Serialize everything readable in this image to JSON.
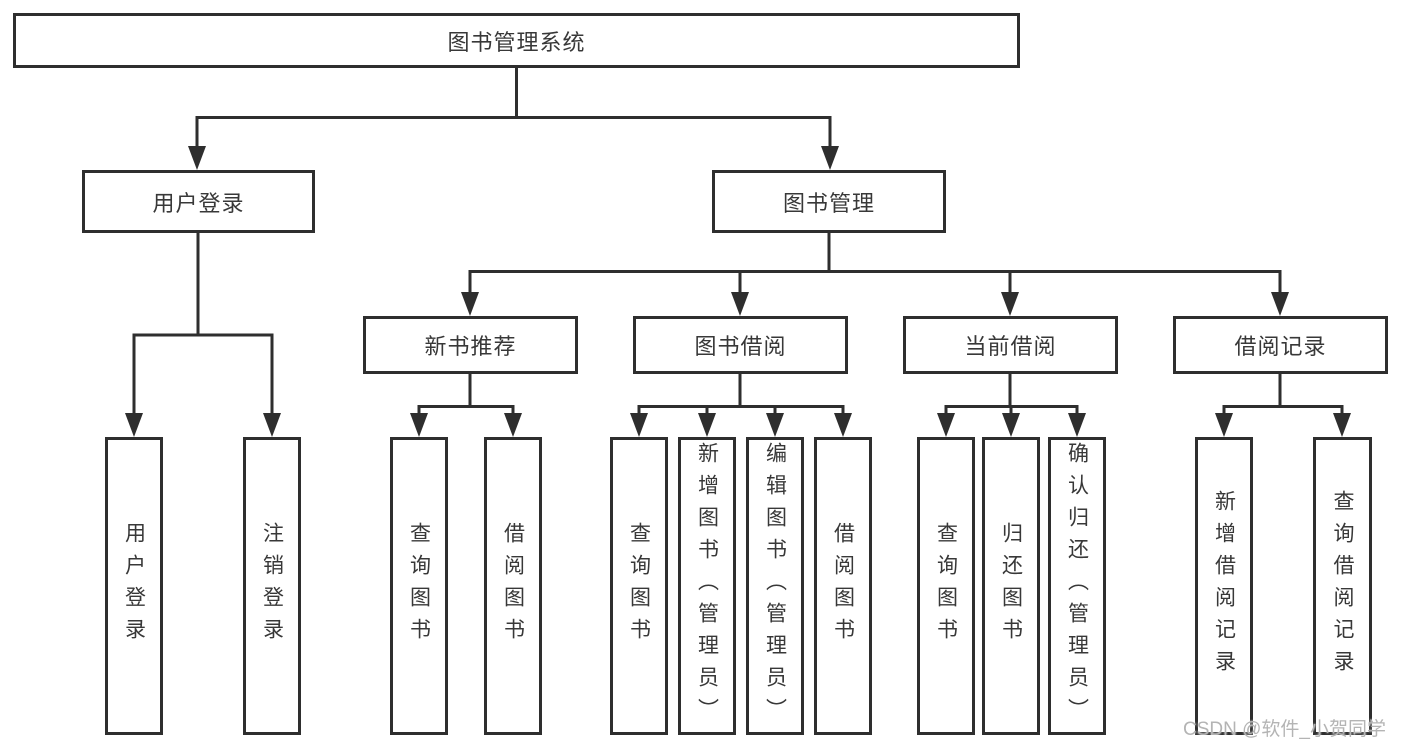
{
  "tree": {
    "root": {
      "label": "图书管理系统"
    },
    "branches": [
      {
        "label": "用户登录",
        "children": [
          "用户登录",
          "注销登录"
        ]
      },
      {
        "label": "图书管理",
        "groups": [
          {
            "label": "新书推荐",
            "children": [
              "查询图书",
              "借阅图书"
            ]
          },
          {
            "label": "图书借阅",
            "children": [
              "查询图书",
              "新增图书（管理员）",
              "编辑图书（管理员）",
              "借阅图书"
            ]
          },
          {
            "label": "当前借阅",
            "children": [
              "查询图书",
              "归还图书",
              "确认归还（管理员）"
            ]
          },
          {
            "label": "借阅记录",
            "children": [
              "新增借阅记录",
              "查询借阅记录"
            ]
          }
        ]
      }
    ]
  },
  "watermark": "CSDN @软件_小贺同学",
  "colors": {
    "line": "#2e2e2e",
    "border": "#2e2e2e",
    "text": "#383838",
    "watermark": "#b4b4b4",
    "background": "#ffffff"
  }
}
